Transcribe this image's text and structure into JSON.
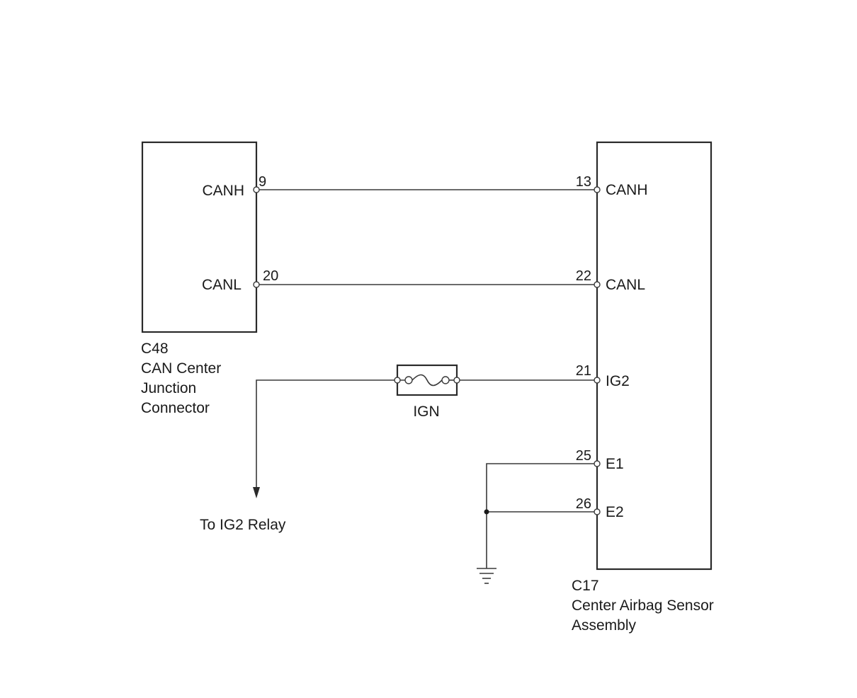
{
  "connector_c48": {
    "code": "C48",
    "name_line1": "CAN Center",
    "name_line2": "Junction",
    "name_line3": "Connector",
    "pins": [
      {
        "number": "9",
        "signal": "CANH"
      },
      {
        "number": "20",
        "signal": "CANL"
      }
    ]
  },
  "connector_c17": {
    "code": "C17",
    "name_line1": "Center Airbag Sensor",
    "name_line2": "Assembly",
    "pins": [
      {
        "number": "13",
        "signal": "CANH"
      },
      {
        "number": "22",
        "signal": "CANL"
      },
      {
        "number": "21",
        "signal": "IG2"
      },
      {
        "number": "25",
        "signal": "E1"
      },
      {
        "number": "26",
        "signal": "E2"
      }
    ]
  },
  "fuse": {
    "label": "IGN"
  },
  "relay_note": "To IG2 Relay"
}
